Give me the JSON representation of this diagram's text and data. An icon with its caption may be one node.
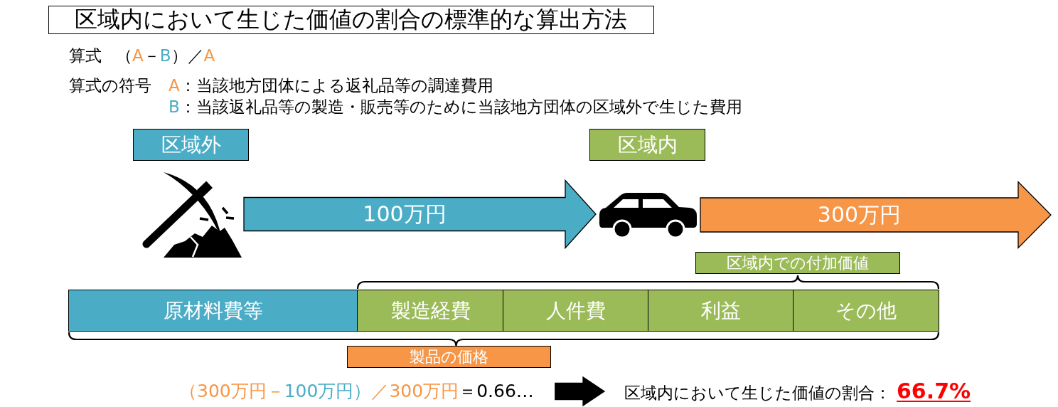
{
  "diagram": {
    "title": "区域内において生じた価値の割合の標準的な算出方法",
    "nodes": [
      {
        "text": [
          "区域外"
        ]
      },
      {
        "text": [
          "区域内"
        ]
      },
      {
        "text": [],
        "shape": "picture"
      },
      {
        "text": [],
        "shape": "picture"
      },
      {
        "text": [
          "区域内での付加価値"
        ]
      },
      {
        "text": [
          "原材料費等"
        ]
      },
      {
        "text": [
          "製造経費"
        ]
      },
      {
        "text": [
          "人件費"
        ]
      },
      {
        "text": [
          "利益"
        ]
      },
      {
        "text": [
          "その他"
        ]
      },
      {
        "text": [
          "製品の価格"
        ]
      },
      {
        "text": [
          "（300万円－",
          "100万円）",
          "／300万円",
          "＝0.66…"
        ]
      },
      {
        "text": [
          "区域内において生じた価値の割合：",
          "66.7%"
        ]
      }
    ],
    "edges": [
      {
        "from": 2,
        "to": 3,
        "arrow": "to",
        "label": "100万円",
        "color": "#4bacc6"
      },
      {
        "from": 3,
        "to": null,
        "arrow": "to",
        "label": "300万円",
        "color": "#f79646"
      },
      {
        "from": 11,
        "to": 12,
        "arrow": "to",
        "color": "#000000"
      }
    ],
    "labels": [
      "算式",
      "（",
      "A",
      "－",
      "B",
      "）／",
      "A",
      "算式の符号",
      "A",
      "：当該地方団体による返礼品等の調達費用",
      "B",
      "：当該返礼品等の製造・販売等のために当該地方団体の区域外で生じた費用"
    ]
  }
}
